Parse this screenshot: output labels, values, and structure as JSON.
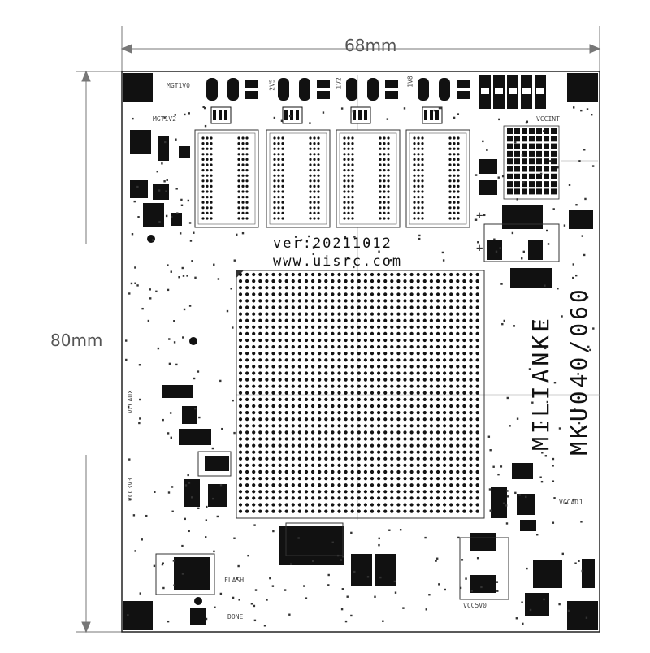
{
  "dimensions": {
    "width_label": "68mm",
    "height_label": "80mm"
  },
  "board": {
    "version_text": "ver:20211012",
    "website_text": "www.uisrc.com",
    "brand_text": "MILIANKE",
    "model_text": "MKU040/060",
    "rail_labels": {
      "mgt1v0": "MGT1V0",
      "mgt1v2": "MGT1V2",
      "v2v5": "2V5",
      "v1v2": "1V2",
      "v1v8": "1V8",
      "vccint": "VCCINT",
      "vccaux": "VCCAUX",
      "vcc3v3": "VCC3V3",
      "vccadj": "VCCADJ",
      "vcc5v0": "VCC5V0",
      "flash": "FLASH",
      "done": "DONE"
    },
    "polarity_marks": [
      "+",
      "+"
    ]
  },
  "colors": {
    "copper": "#111111",
    "silkscreen": "#333333",
    "board_outline": "#222222",
    "dimension_line": "#777777"
  }
}
